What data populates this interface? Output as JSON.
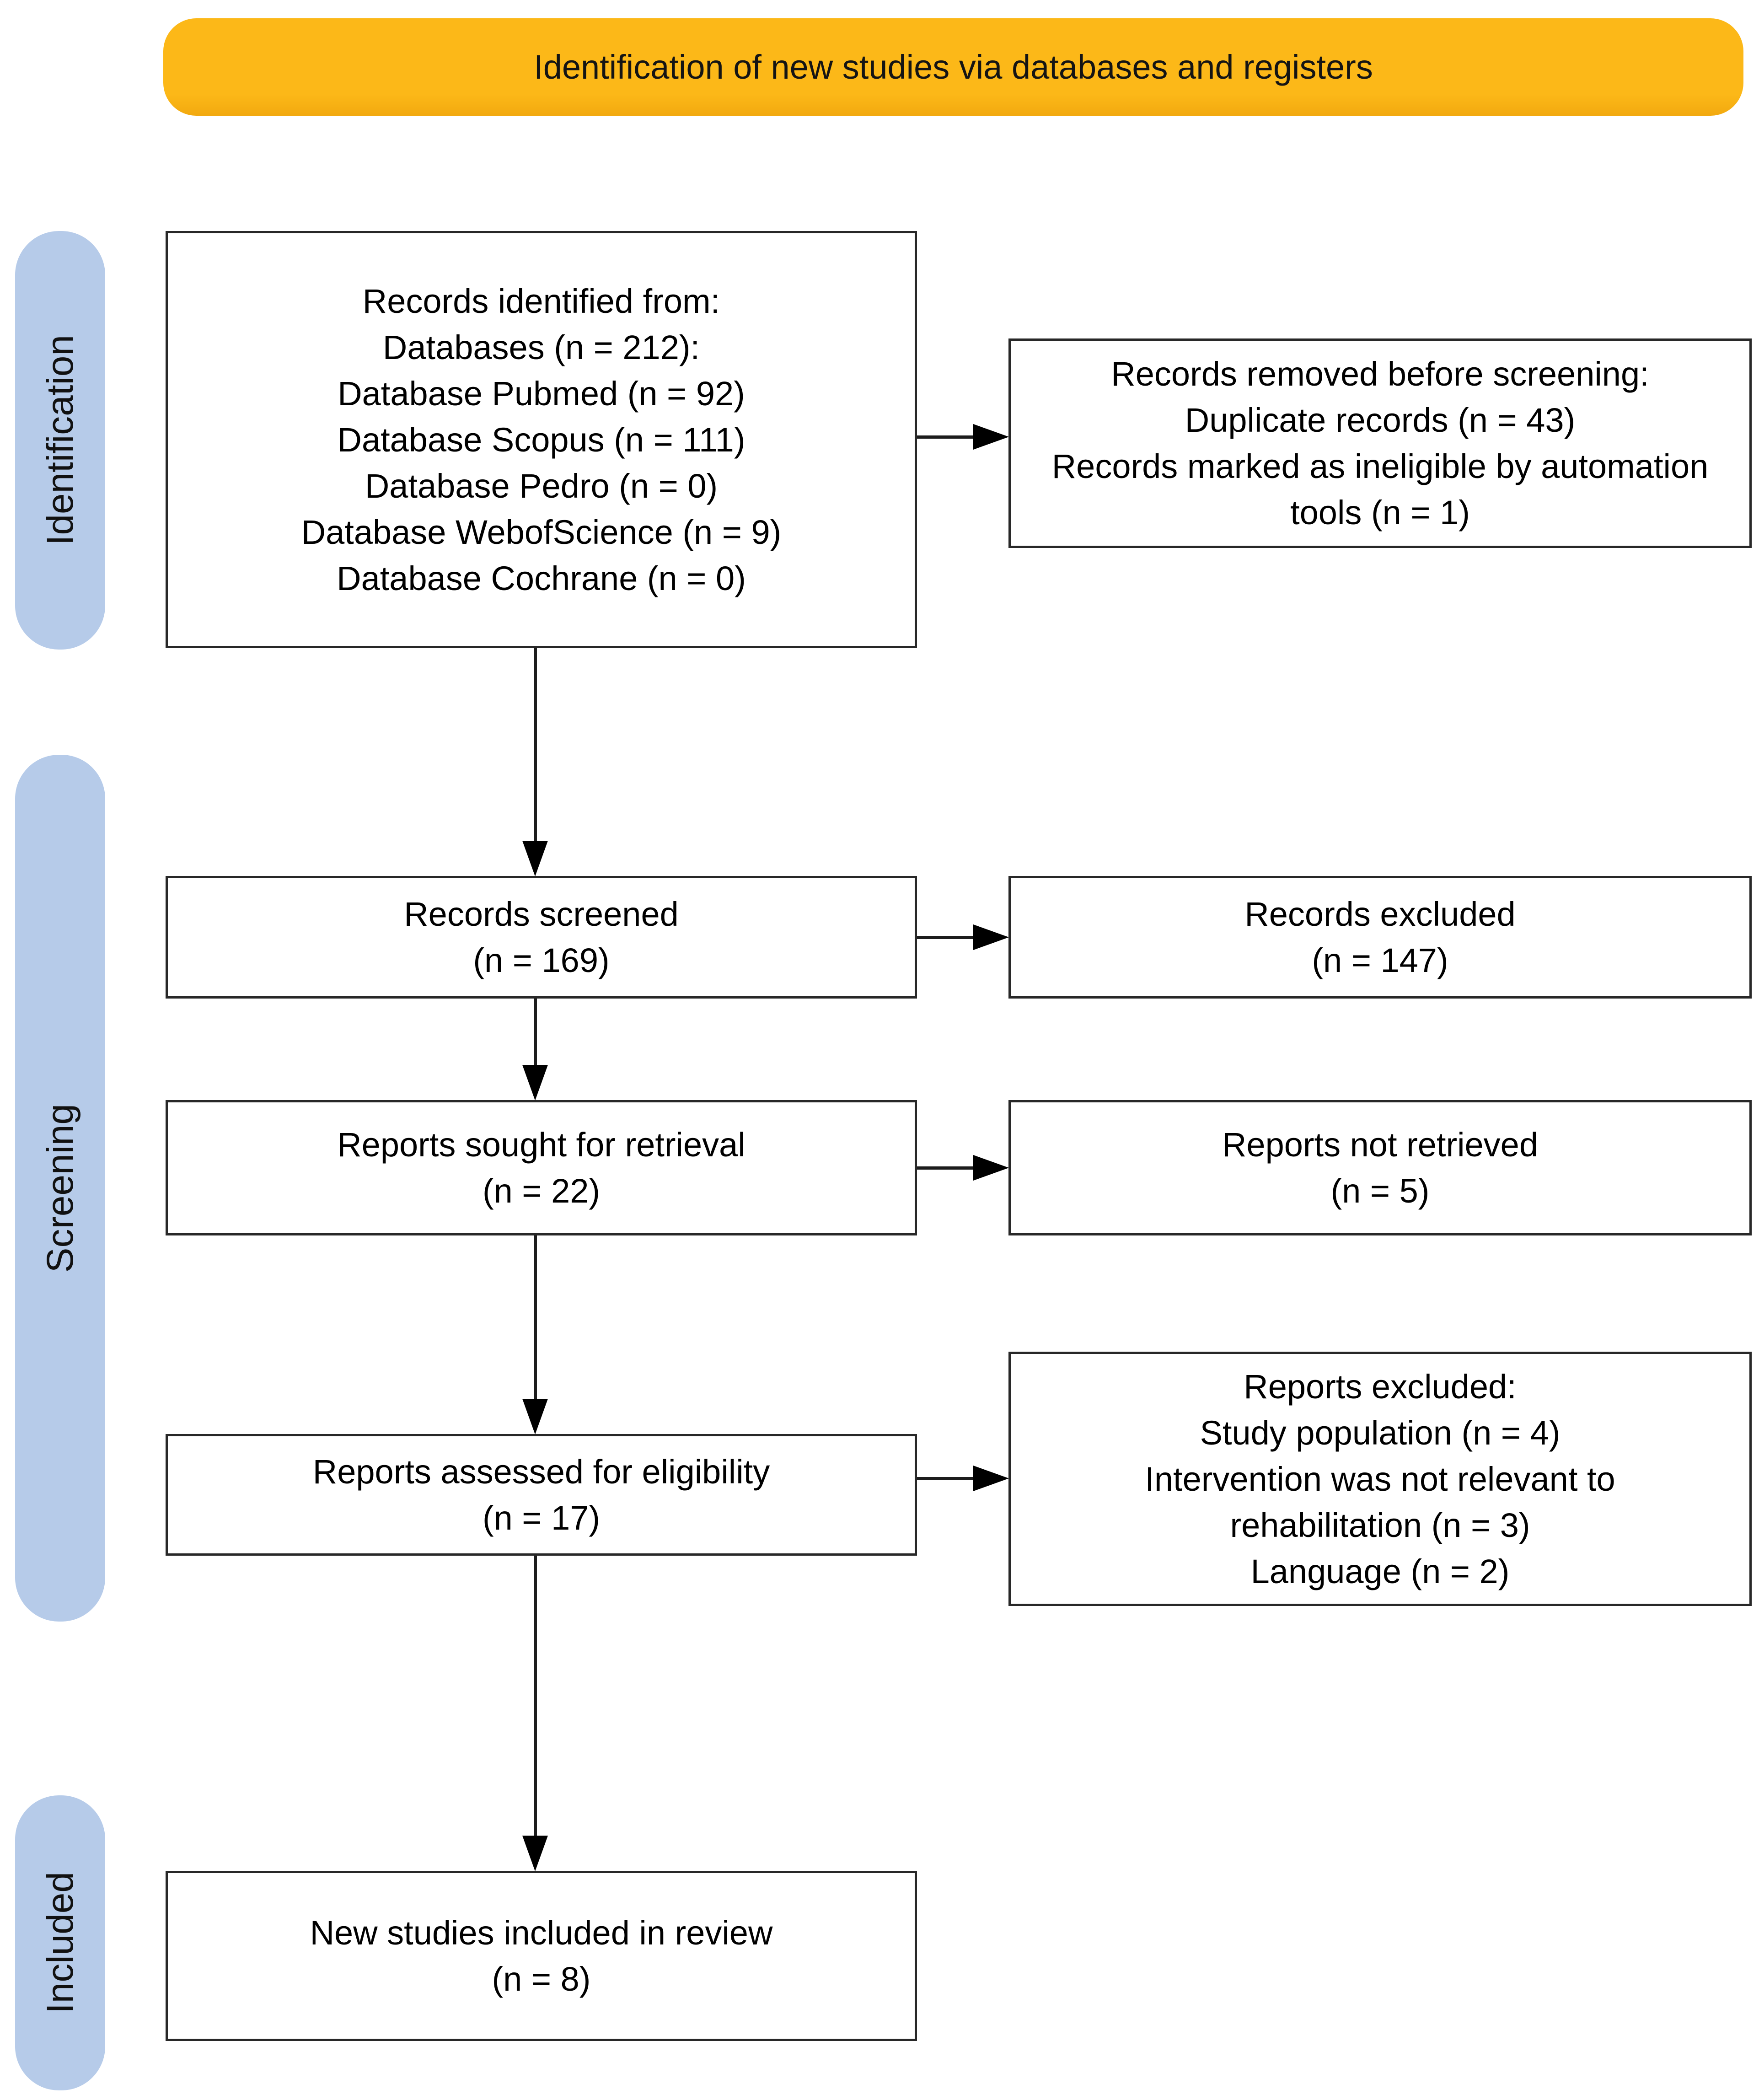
{
  "banner": {
    "label": "Identification of new studies via databases and registers",
    "background": "#FCB818"
  },
  "side_labels": {
    "identification": "Identification",
    "screening": "Screening",
    "included": "Included",
    "background": "#B6CBE9"
  },
  "boxes": {
    "identified": [
      "Records identified from:",
      "Databases (n = 212):",
      "Database Pubmed (n = 92)",
      "Database Scopus (n = 111)",
      "Database Pedro (n = 0)",
      "Database WebofScience (n = 9)",
      "Database Cochrane (n = 0)"
    ],
    "removed_before_screening": [
      "Records removed before screening:",
      "Duplicate records (n = 43)",
      "Records marked as ineligible by automation",
      "tools (n = 1)"
    ],
    "records_screened": [
      "Records screened",
      "(n = 169)"
    ],
    "records_excluded": [
      "Records excluded",
      "(n = 147)"
    ],
    "reports_sought": [
      "Reports sought for retrieval",
      "(n = 22)"
    ],
    "reports_not_retrieved": [
      "Reports not retrieved",
      "(n = 5)"
    ],
    "reports_assessed": [
      "Reports assessed for eligibility",
      "(n = 17)"
    ],
    "reports_excluded": [
      "Reports excluded:",
      "Study population (n = 4)",
      "Intervention was not relevant to",
      "rehabilitation (n = 3)",
      "Language (n = 2)"
    ],
    "new_studies_included": [
      "New studies included in review",
      "(n = 8)"
    ]
  }
}
